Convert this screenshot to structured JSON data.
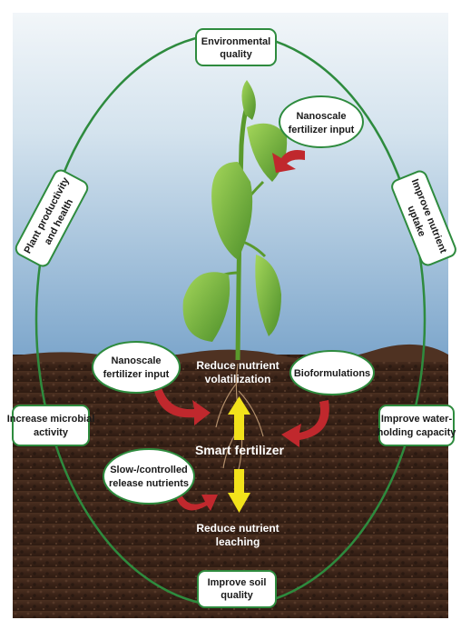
{
  "center": {
    "label": "Smart fertilizer",
    "up_label_1": "Reduce nutrient",
    "up_label_2": "volatilization",
    "down_label_1": "Reduce nutrient",
    "down_label_2": "leaching"
  },
  "ring_nodes": {
    "top_1": "Environmental",
    "top_2": "quality",
    "bottom_1": "Improve soil",
    "bottom_2": "quality",
    "left_1": "Increase microbial",
    "left_2": "activity",
    "right_1": "Improve water-",
    "right_2": "holding capacity",
    "upper_left_1": "Plant productivity",
    "upper_left_2": "and health",
    "upper_right_1": "Improve nutrient",
    "upper_right_2": "uptake"
  },
  "inputs": {
    "leaf_nano_1": "Nanoscale",
    "leaf_nano_2": "fertilizer input",
    "soil_nano_1": "Nanoscale",
    "soil_nano_2": "fertilizer input",
    "bioformulations": "Bioformulations",
    "slow_1": "Slow-/controlled",
    "slow_2": "release nutrients"
  },
  "colors": {
    "ring": "#2e8b3e",
    "arrow_red": "#c0282d",
    "arrow_yellow": "#f2e21b",
    "sky_top": "#c9dcec",
    "sky_bottom": "#7fa9cf",
    "soil": "#3b2418"
  }
}
